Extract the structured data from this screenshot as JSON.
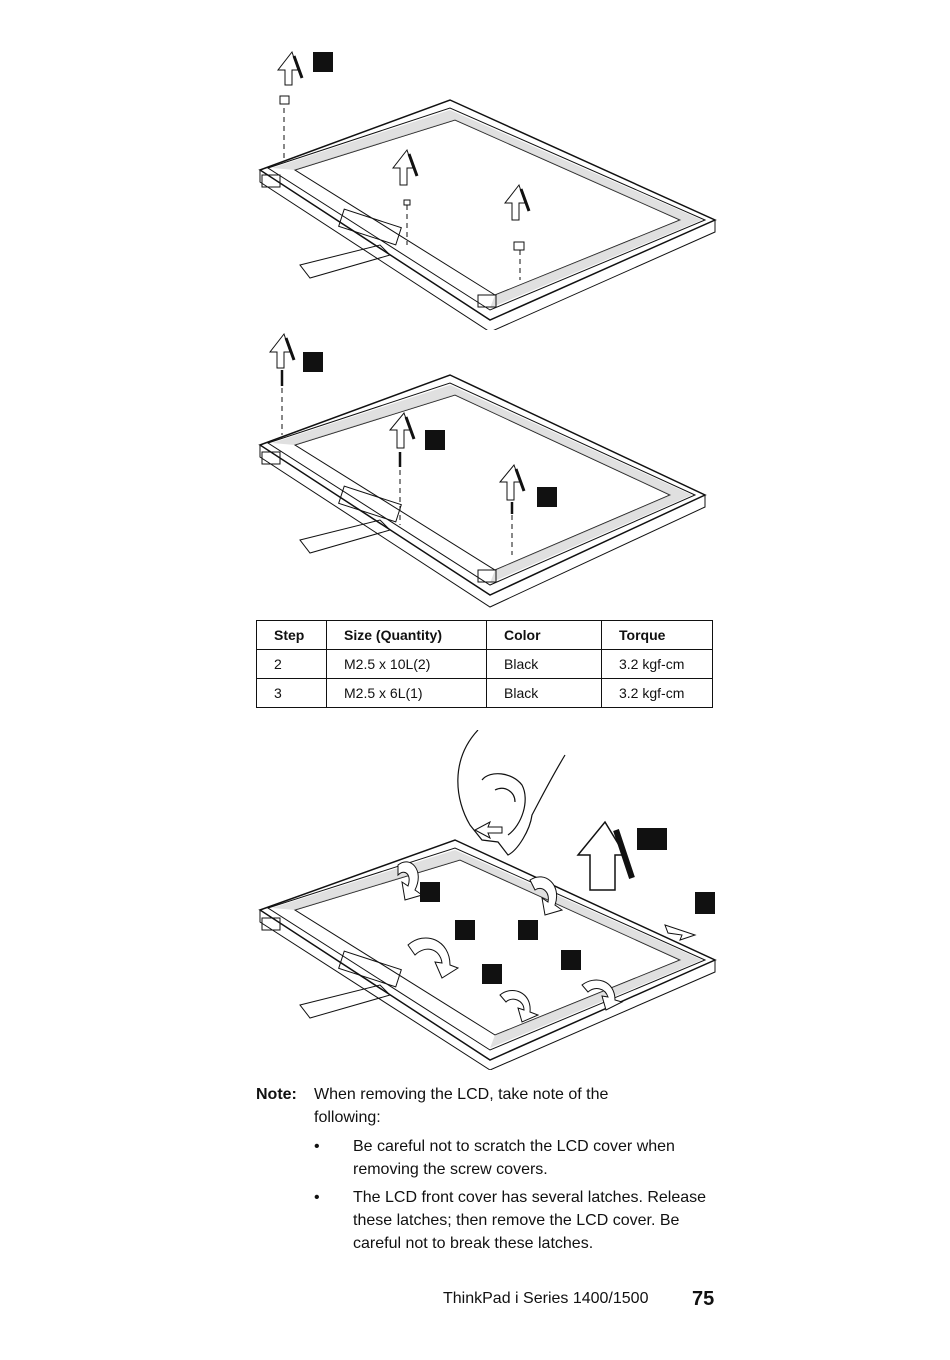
{
  "table": {
    "headers": [
      "Step",
      "Size (Quantity)",
      "Color",
      "Torque"
    ],
    "rows": [
      [
        "2",
        "M2.5 x 10L(2)",
        "Black",
        "3.2 kgf-cm"
      ],
      [
        "3",
        "M2.5 x 6L(1)",
        "Black",
        "3.2 kgf-cm"
      ]
    ]
  },
  "note": {
    "label": "Note:",
    "text": "When removing the LCD, take note of the following:",
    "bullets": [
      "Be careful not to scratch the LCD cover when removing the screw covers.",
      "The LCD front cover has several latches. Release these latches; then remove the LCD cover. Be careful not to break these latches."
    ]
  },
  "footer": {
    "title": "ThinkPad i Series 1400/1500",
    "page_number": "75"
  },
  "icons": {
    "bullet": "•",
    "figure_1": "lcd-screw-cover-removal-diagram",
    "figure_2": "lcd-screw-removal-diagram",
    "figure_3": "lcd-front-cover-latch-release-diagram"
  }
}
